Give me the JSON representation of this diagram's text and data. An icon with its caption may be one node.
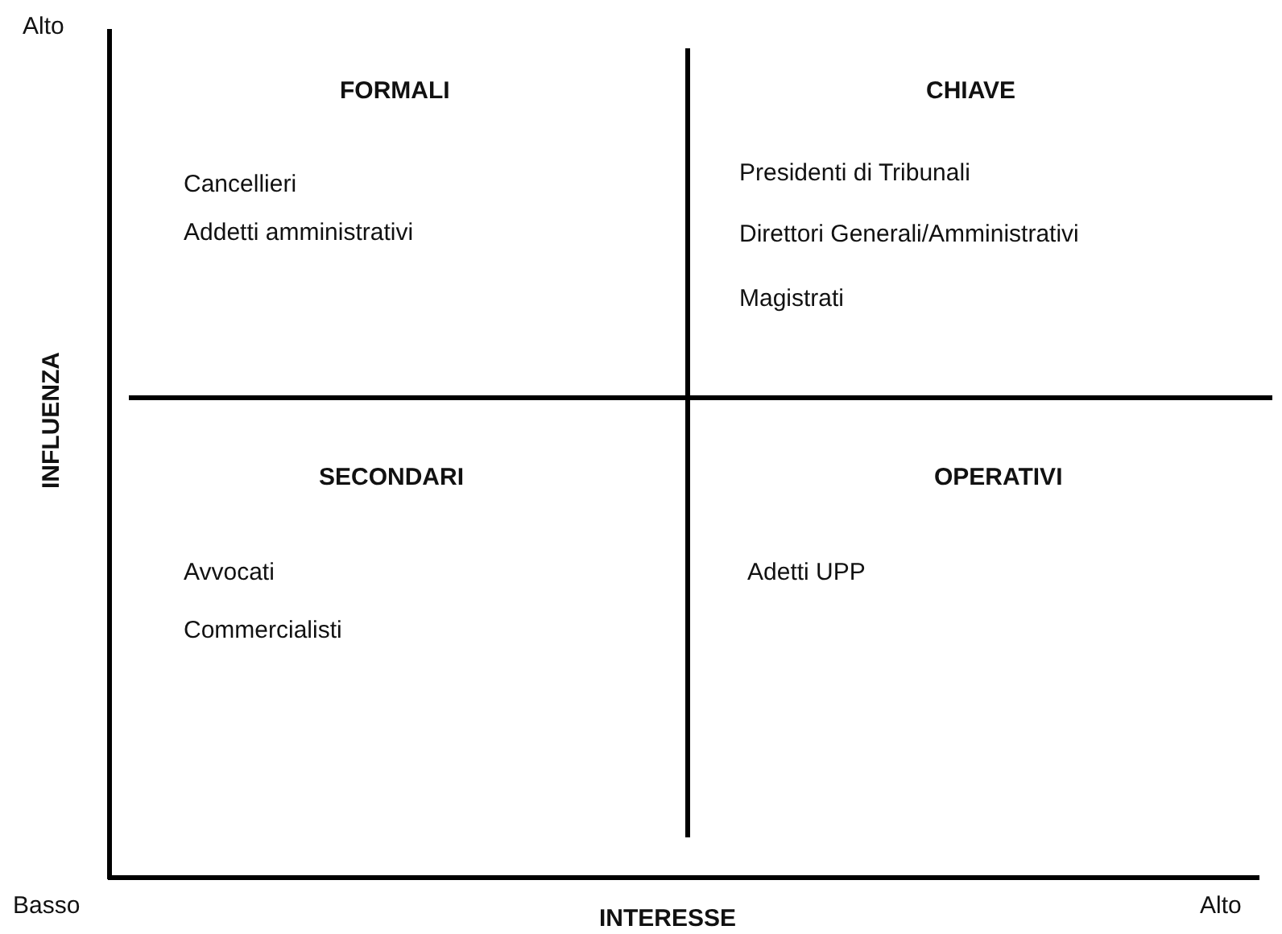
{
  "diagram": {
    "labels": [
      "Alto",
      "FORMALI",
      "CHIAVE",
      "Cancellieri",
      "Presidenti di Tribunali",
      "Addetti amministrativi",
      "Direttori Generali/Amministrativi",
      "Magistrati",
      "INFLUENZA",
      "SECONDARI",
      "OPERATIVI",
      "Avvocati",
      "Adetti UPP",
      "Commercialisti",
      "Basso",
      "INTERESSE",
      "Alto"
    ]
  }
}
